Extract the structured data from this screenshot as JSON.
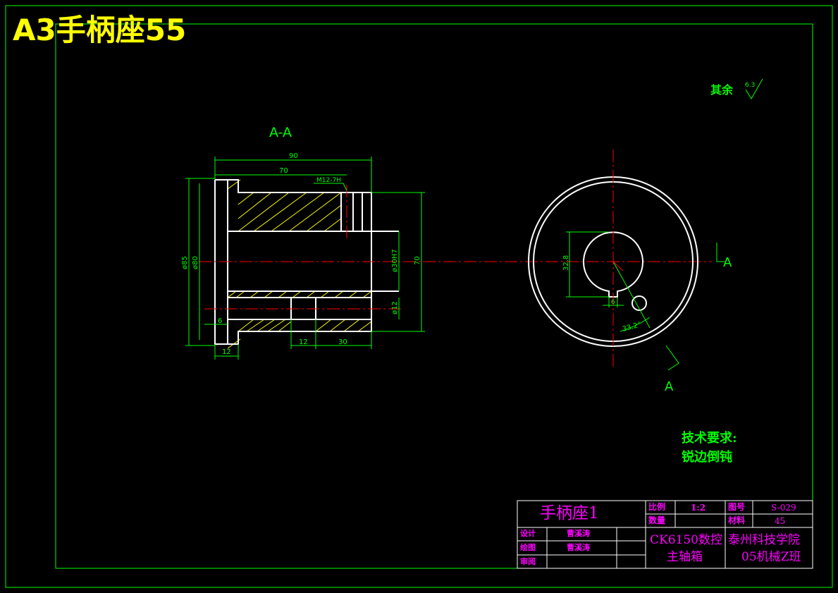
{
  "banner_title": "A3手柄座55",
  "surface_note": {
    "label": "其余",
    "value": "6.3"
  },
  "section_view": {
    "label": "A-A",
    "dims": {
      "len_total": "90",
      "len_70": "70",
      "thread": "M12-7H",
      "dia_85": "ø85",
      "dia_80": "ø80",
      "bore": "ø30H7",
      "dia_70": "70",
      "hole_12": "ø12",
      "offset_6": "6",
      "flange_12": "12",
      "hole_w_12": "12",
      "len_30": "30"
    }
  },
  "end_view": {
    "section_mark": "A",
    "dims": {
      "keyway_height": "32.8",
      "keyway_width": "6",
      "angle": "33.2°"
    }
  },
  "tech_requirements": {
    "heading": "技术要求:",
    "item": "锐边倒钝"
  },
  "title_block": {
    "part_name": "手柄座1",
    "scale_label": "比例",
    "scale_value": "1:2",
    "drawing_no_label": "图号",
    "drawing_no": "S-029",
    "qty_label": "数量",
    "material_label": "材料",
    "material": "45",
    "design_label": "设计",
    "design_name": "曹溪涛",
    "draw_label": "绘图",
    "draw_name": "曹溪涛",
    "review_label": "审阅",
    "assembly_line1": "CK6150数控",
    "assembly_line2": "主轴箱",
    "school_line1": "泰州科技学院",
    "school_line2": "05机械Z班"
  },
  "colors": {
    "frame": "#00ff00",
    "outline": "#ffffff",
    "centerline": "#ff0000",
    "dimension": "#00ff00",
    "hatch": "#ffff00",
    "title_text": "#ff00ff",
    "banner": "#ffff00"
  }
}
